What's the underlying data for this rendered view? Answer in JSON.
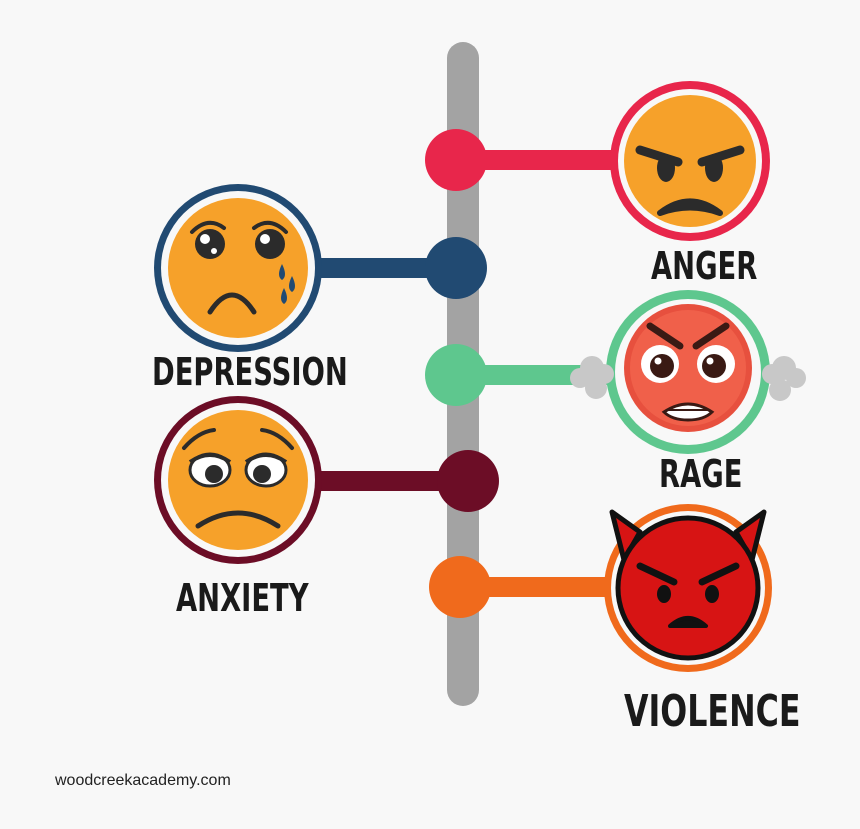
{
  "colors": {
    "background": "#f8f8f8",
    "spine": "#a3a3a3",
    "anger": "#e8264b",
    "depression": "#214a72",
    "rage": "#5ec78e",
    "anxiety": "#6c0d26",
    "violence": "#f06a1c",
    "emoji_orange": "#f6a12a",
    "emoji_red": "#d71414"
  },
  "stages": {
    "anger": {
      "label": "ANGER",
      "icon": "angry-face-icon"
    },
    "depression": {
      "label": "DEPRESSION",
      "icon": "crying-face-icon"
    },
    "rage": {
      "label": "RAGE",
      "icon": "steaming-rage-face-icon"
    },
    "anxiety": {
      "label": "ANXIETY",
      "icon": "worried-face-icon"
    },
    "violence": {
      "label": "VIOLENCE",
      "icon": "angry-devil-face-icon"
    }
  },
  "footer": {
    "text": "woodcreekacademy.com"
  }
}
